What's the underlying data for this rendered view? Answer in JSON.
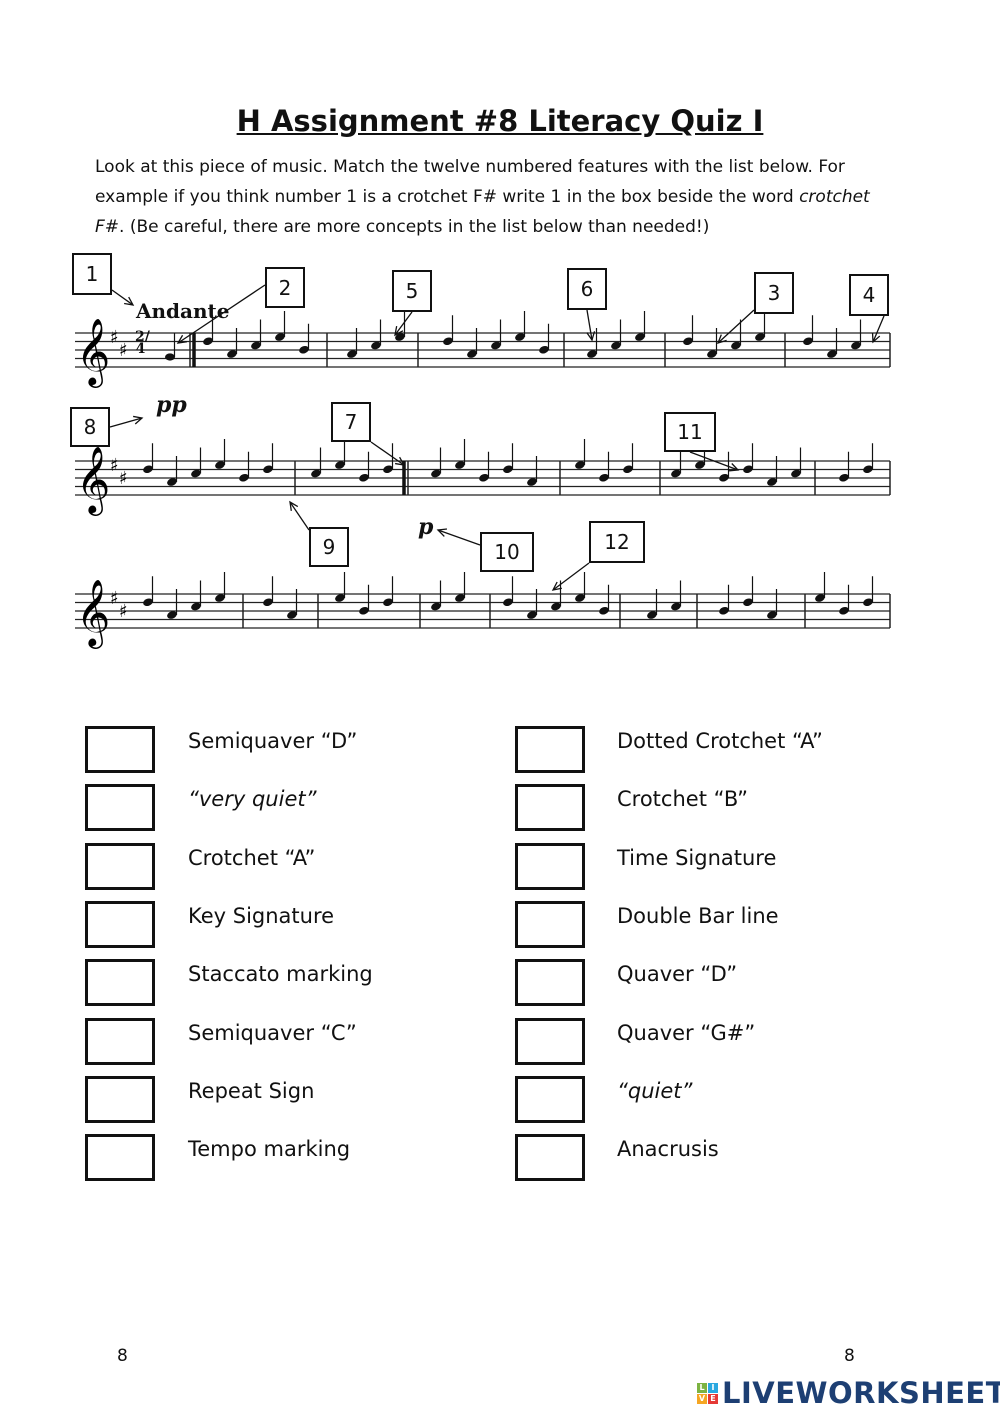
{
  "title": "H Assignment #8 Literacy Quiz I",
  "instructions": {
    "part1": "Look at this piece of music.   Match the twelve numbered features with the list below.   For example if you think number 1 is a crotchet F# write 1 in the box beside the word ",
    "example_italic": "crotchet F#",
    "part2": ". (Be careful, there are more concepts in the list below than needed!)"
  },
  "score": {
    "tempo": "Andante",
    "dynamic_pp": "pp",
    "dynamic_p": "p",
    "time_signature": "2/4",
    "numbers": [
      "1",
      "2",
      "3",
      "4",
      "5",
      "6",
      "7",
      "8",
      "9",
      "10",
      "11",
      "12"
    ]
  },
  "left_list": [
    {
      "label": "Semiquaver “D”",
      "italic": false
    },
    {
      "label": "“very quiet”",
      "italic": true
    },
    {
      "label": "Crotchet “A”",
      "italic": false
    },
    {
      "label": "Key Signature",
      "italic": false
    },
    {
      "label": "Staccato marking",
      "italic": false
    },
    {
      "label": "Semiquaver “C”",
      "italic": false
    },
    {
      "label": "Repeat Sign",
      "italic": false
    },
    {
      "label": "Tempo marking",
      "italic": false
    }
  ],
  "right_list": [
    {
      "label": "Dotted Crotchet “A”",
      "italic": false
    },
    {
      "label": "Crotchet “B”",
      "italic": false
    },
    {
      "label": "Time Signature",
      "italic": false
    },
    {
      "label": "Double Bar line",
      "italic": false
    },
    {
      "label": "Quaver “D”",
      "italic": false
    },
    {
      "label": "Quaver “G#”",
      "italic": false
    },
    {
      "label": "“quiet”",
      "italic": true
    },
    {
      "label": "Anacrusis",
      "italic": false
    }
  ],
  "page_number_left": "8",
  "page_number_right": "8",
  "logo": {
    "text": "LIVEWORKSHEETS",
    "letters": [
      "L",
      "I",
      "V",
      "E"
    ],
    "colors": [
      "#7cb342",
      "#29a8e0",
      "#f5a623",
      "#e53935"
    ]
  }
}
